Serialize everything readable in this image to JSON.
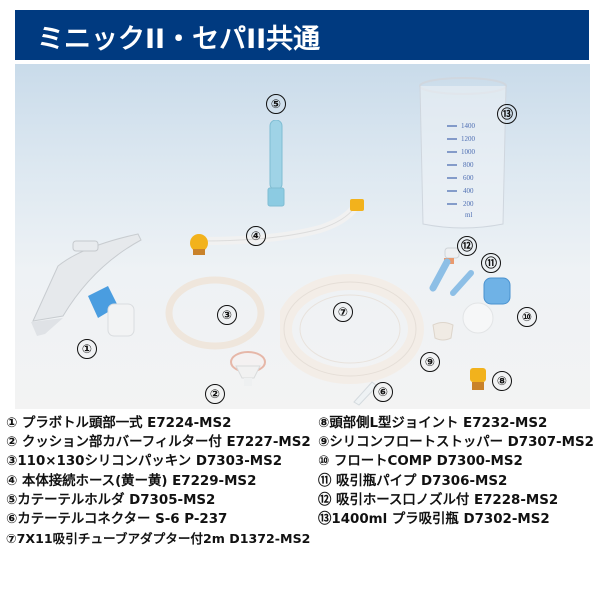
{
  "header": {
    "title": "ミニックII・セパII共通",
    "background_color": "#003a80",
    "text_color": "#ffffff"
  },
  "photo": {
    "callouts": [
      {
        "num": "①",
        "label_ref": 1
      },
      {
        "num": "②",
        "label_ref": 2
      },
      {
        "num": "③",
        "label_ref": 3
      },
      {
        "num": "④",
        "label_ref": 4
      },
      {
        "num": "⑤",
        "label_ref": 5
      },
      {
        "num": "⑥",
        "label_ref": 6
      },
      {
        "num": "⑦",
        "label_ref": 7
      },
      {
        "num": "⑧",
        "label_ref": 8
      },
      {
        "num": "⑨",
        "label_ref": 9
      },
      {
        "num": "⑩",
        "label_ref": 10
      },
      {
        "num": "⑪",
        "label_ref": 11
      },
      {
        "num": "⑫",
        "label_ref": 12
      },
      {
        "num": "⑬",
        "label_ref": 13
      }
    ],
    "beaker_scale": [
      "1400",
      "1200",
      "1000",
      "800",
      "600",
      "400",
      "200",
      "ml"
    ]
  },
  "parts_list": {
    "left": [
      "① プラボトル頭部一式 E7224-MS2",
      "② クッション部カバーフィルター付 E7227-MS2",
      "③110×130シリコンパッキン D7303-MS2",
      "④ 本体接続ホース(黄ー黄) E7229-MS2",
      "⑤カテーテルホルダ D7305-MS2",
      "⑥カテーテルコネクター S-6 P-237",
      "⑦7X11吸引チューブアダプター付2m D1372-MS2"
    ],
    "right": [
      "⑧頭部側L型ジョイント E7232-MS2",
      "⑨シリコンフロートストッパー D7307-MS2",
      "⑩ フロートCOMP D7300-MS2",
      "⑪ 吸引瓶パイプ D7306-MS2",
      "⑫ 吸引ホース口ノズル付 E7228-MS2",
      "⑬1400ml プラ吸引瓶 D7302-MS2"
    ]
  }
}
